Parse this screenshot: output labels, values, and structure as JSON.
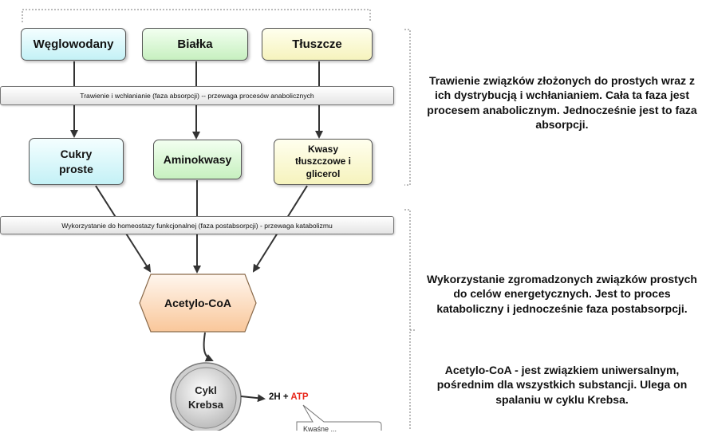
{
  "boxes": {
    "weglowodany": "Węglowodany",
    "bialka": "Białka",
    "tluszcze": "Tłuszcze",
    "cukry": "Cukry\nproste",
    "aminokwasy": "Aminokwasy",
    "kwasy": "Kwasy\ntłuszczowe i\nglicerol"
  },
  "bars": {
    "absorpcja": "Trawienie i wchłanianie (faza absorpcji)  -- przewaga procesów anabolicznych",
    "postabsorpcja": "Wykorzystanie do homeostazy funkcjonalnej (faza postabsorpcji) - przewaga katabolizmu"
  },
  "acetyl": "Acetylo-CoA",
  "krebs": "Cykl\nKrebsa",
  "atp": {
    "prefix": "2H + ",
    "highlight": "ATP",
    "highlight_color": "#e8281c"
  },
  "callout": "Kwaśne ...",
  "descriptions": {
    "phase1": "Trawienie związków złożonych do prostych wraz z ich dystrybucją i wchłanianiem. Cała ta faza jest procesem anabolicznym. Jednocześnie jest to faza absorpcji.",
    "phase2": "Wykorzystanie zgromadzonych związków prostych do celów energetycznych. Jest to proces kataboliczny i jednocześnie faza postabsorpcji.",
    "acetyl": "Acetylo-CoA - jest związkiem uniwersalnym, pośrednim dla wszystkich substancji. Ulega on spalaniu w cyklu Krebsa."
  }
}
